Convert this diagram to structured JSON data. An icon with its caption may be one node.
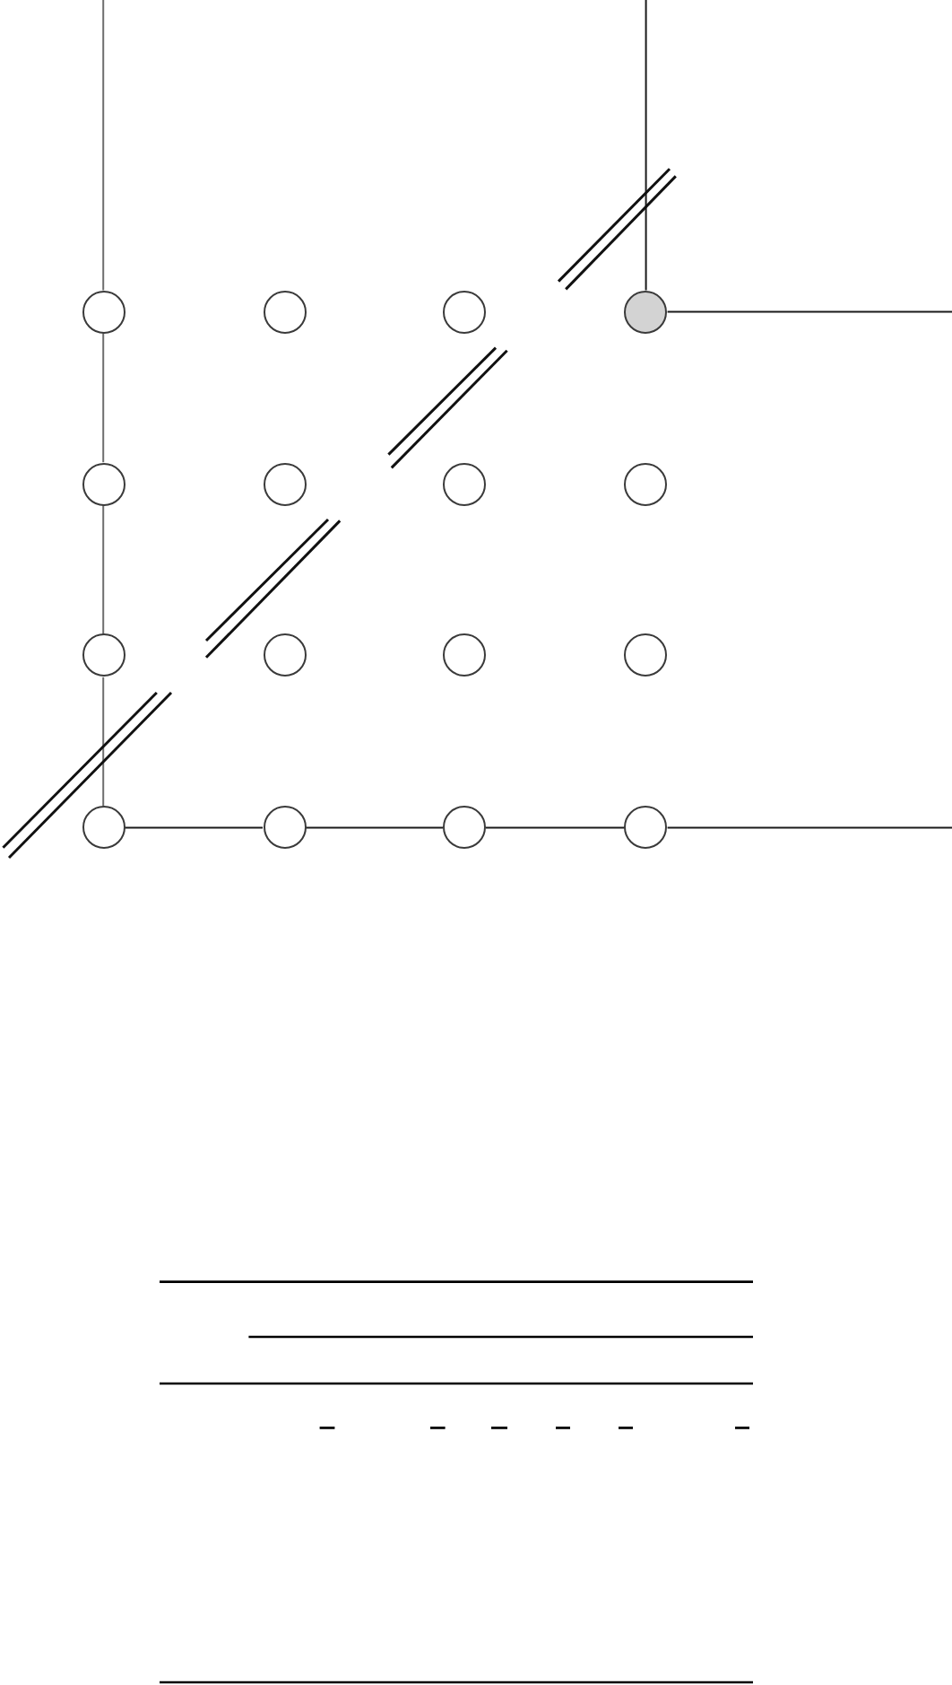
{
  "diagram": {
    "nodes": [
      {
        "text": [],
        "shape": "circle"
      },
      {
        "text": [],
        "shape": "circle"
      },
      {
        "text": [],
        "shape": "circle"
      },
      {
        "text": [],
        "shape": "circle"
      },
      {
        "text": [],
        "shape": "circle"
      },
      {
        "text": [],
        "shape": "circle"
      },
      {
        "text": [],
        "shape": "circle"
      },
      {
        "text": [],
        "shape": "circle"
      },
      {
        "text": [],
        "shape": "circle"
      },
      {
        "text": [],
        "shape": "circle"
      },
      {
        "text": [],
        "shape": "circle"
      },
      {
        "text": [],
        "shape": "circle"
      },
      {
        "text": [],
        "shape": "circle"
      },
      {
        "text": [],
        "shape": "circle"
      },
      {
        "text": [],
        "shape": "circle"
      },
      {
        "text": [],
        "shape": "circle"
      }
    ],
    "edges": [
      {
        "from": null,
        "to": 0,
        "arrow": "none",
        "color": "#6e6e6e"
      },
      {
        "from": 0,
        "to": 4,
        "arrow": "none",
        "color": "#6e6e6e"
      },
      {
        "from": 4,
        "to": 8,
        "arrow": "none",
        "color": "#6e6e6e"
      },
      {
        "from": 8,
        "to": 12,
        "arrow": "none",
        "color": "#6e6e6e"
      },
      {
        "from": 12,
        "to": 13,
        "arrow": "none"
      },
      {
        "from": 13,
        "to": 14,
        "arrow": "none"
      },
      {
        "from": 14,
        "to": 15,
        "arrow": "none"
      },
      {
        "from": 15,
        "to": null,
        "arrow": "none"
      },
      {
        "from": null,
        "to": 3,
        "arrow": "none"
      },
      {
        "from": 3,
        "to": null,
        "arrow": "none"
      }
    ]
  }
}
